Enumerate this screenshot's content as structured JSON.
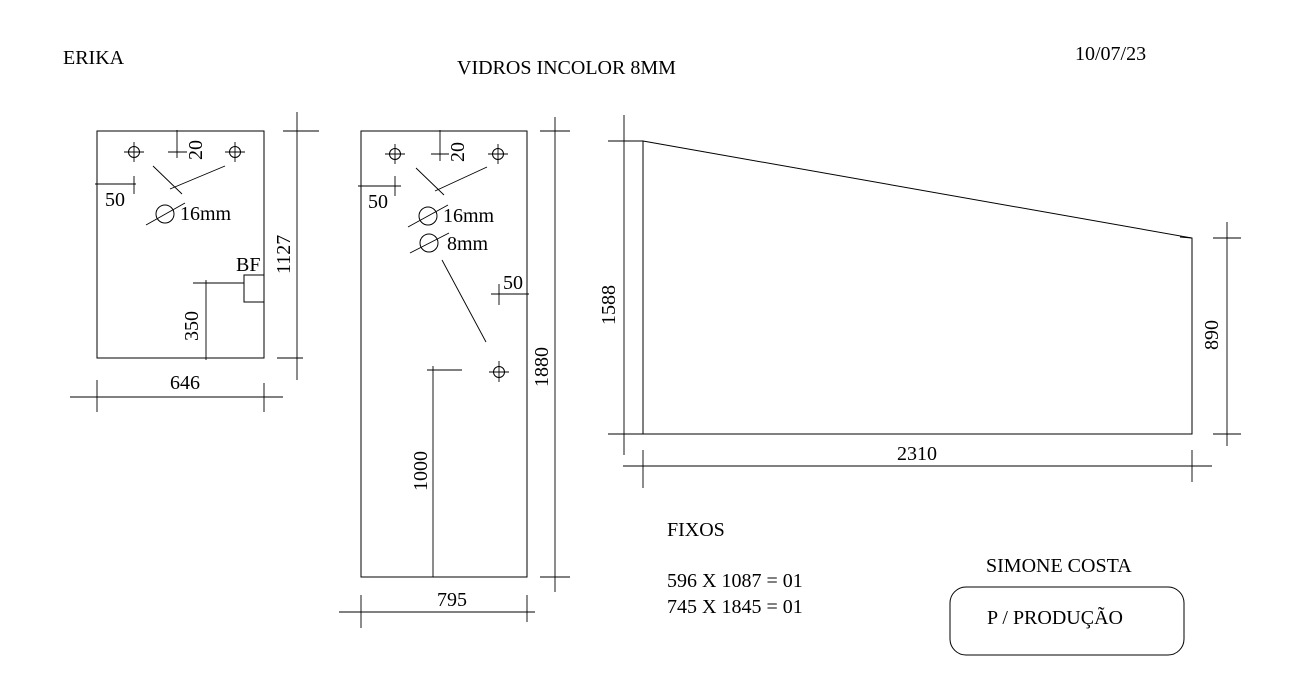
{
  "header": {
    "client": "ERIKA",
    "title": "VIDROS INCOLOR 8MM",
    "date": "10/07/23"
  },
  "panel1": {
    "hole_spacing_top": "20",
    "hole_offset_side": "50",
    "hole_diameter": "16mm",
    "bf_label": "BF",
    "bf_height": "350",
    "height": "1127",
    "width": "646"
  },
  "panel2": {
    "hole_spacing_top": "20",
    "hole_offset_side": "50",
    "hole_diameter_large": "16mm",
    "hole_diameter_small": "8mm",
    "side_hole_offset": "50",
    "side_hole_height": "1000",
    "height": "1880",
    "width": "795"
  },
  "panel3": {
    "left_height": "1588",
    "right_height": "890",
    "width": "2310"
  },
  "fixos": {
    "title": "FIXOS",
    "lines": [
      "596 X 1087 = 01",
      "745 X 1845 = 01"
    ]
  },
  "footer": {
    "seller": "SIMONE COSTA",
    "stamp": "P / PRODUÇÃO"
  }
}
